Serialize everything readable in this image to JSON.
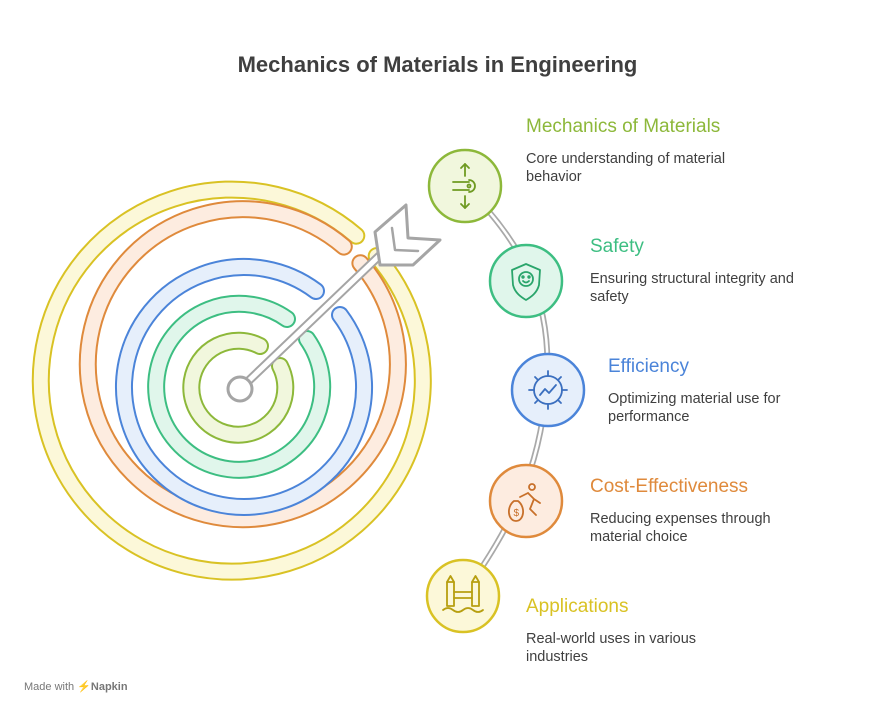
{
  "title": "Mechanics of Materials in Engineering",
  "items": [
    {
      "title": "Mechanics of Materials",
      "desc": "Core understanding of material behavior",
      "color": "#8db83a",
      "fill": "#f1f7dd",
      "icon": "beam-deflection-icon"
    },
    {
      "title": "Safety",
      "desc": "Ensuring structural integrity and safety",
      "color": "#3dbe82",
      "fill": "#e0f6eb",
      "icon": "shield-icon"
    },
    {
      "title": "Efficiency",
      "desc": "Optimizing material use for performance",
      "color": "#4b84d9",
      "fill": "#e6effb",
      "icon": "gear-chart-icon"
    },
    {
      "title": "Cost-Effectiveness",
      "desc": "Reducing expenses through material choice",
      "color": "#df8a3c",
      "fill": "#fdece0",
      "icon": "money-bag-runner-icon"
    },
    {
      "title": "Applications",
      "desc": "Real-world uses in various industries",
      "color": "#d9c224",
      "fill": "#fcf8d9",
      "icon": "bridge-icon"
    }
  ],
  "footer": {
    "prefix": "Made with",
    "brand": "Napkin"
  }
}
